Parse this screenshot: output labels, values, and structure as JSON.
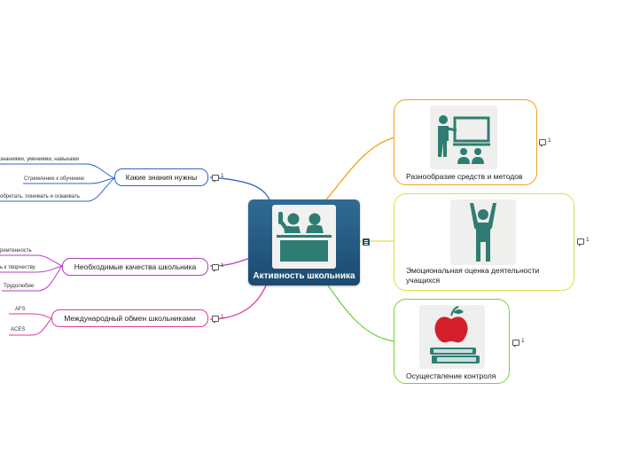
{
  "center": {
    "title": "Активность школьника"
  },
  "colors": {
    "center_bg": "#1f5a84",
    "blue": "#2f64c8",
    "purple": "#b03fc0",
    "magenta": "#e03a9a",
    "orange": "#f0a21e",
    "yellow": "#dce043",
    "green": "#74d43c",
    "teal_icon": "#2f7d72",
    "apple_red": "#d31f2c"
  },
  "right_nodes": [
    {
      "label": "Разнообразие средств и методов",
      "icon": "teacher-board-icon",
      "comments": "1"
    },
    {
      "label": "Эмоциональная оценка деятельности учащихся",
      "icon": "person-arms-raised-icon",
      "comments": "1"
    },
    {
      "label": "Осуществление контроля",
      "icon": "apple-books-icon",
      "comments": "1"
    }
  ],
  "left_branches": [
    {
      "label": "Какие знания нужны",
      "comments": "1",
      "leaves": [
        "знаниями, умениями, навыками",
        "Стремление к обучению",
        "обретать, понимать и осваивать"
      ]
    },
    {
      "label": "Необходимые качества школьника",
      "comments": "1",
      "leaves": [
        "ремтенность",
        "ь к творчеству",
        "Трудолюбие"
      ]
    },
    {
      "label": "Международный обмен школьниками",
      "comments": "1",
      "leaves": [
        "AFS",
        "ACES"
      ]
    }
  ]
}
